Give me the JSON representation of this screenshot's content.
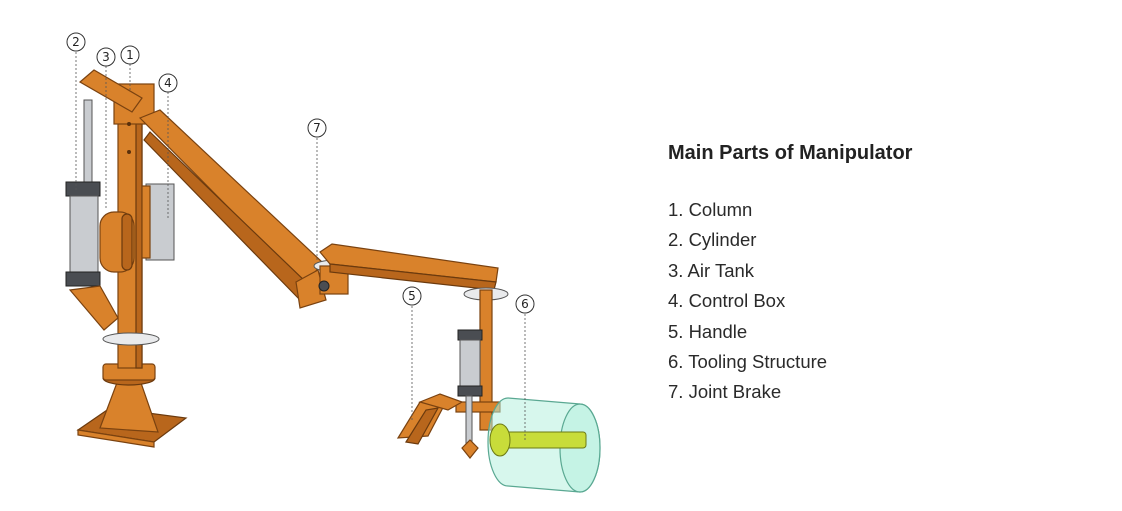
{
  "title": "Main Parts of Manipulator",
  "parts": [
    {
      "num": "1",
      "label": "1. Column"
    },
    {
      "num": "2",
      "label": "2. Cylinder"
    },
    {
      "num": "3",
      "label": "3. Air Tank"
    },
    {
      "num": "4",
      "label": "4. Control Box"
    },
    {
      "num": "5",
      "label": "5. Handle"
    },
    {
      "num": "6",
      "label": "6. Tooling Structure"
    },
    {
      "num": "7",
      "label": "7. Joint Brake"
    }
  ],
  "callouts": {
    "c1": "1",
    "c2": "2",
    "c3": "3",
    "c4": "4",
    "c5": "5",
    "c6": "6",
    "c7": "7"
  },
  "colors": {
    "frame": "#d9822b",
    "steel": "#c9ccd0",
    "glass": "#b7f0df",
    "text": "#222222"
  }
}
